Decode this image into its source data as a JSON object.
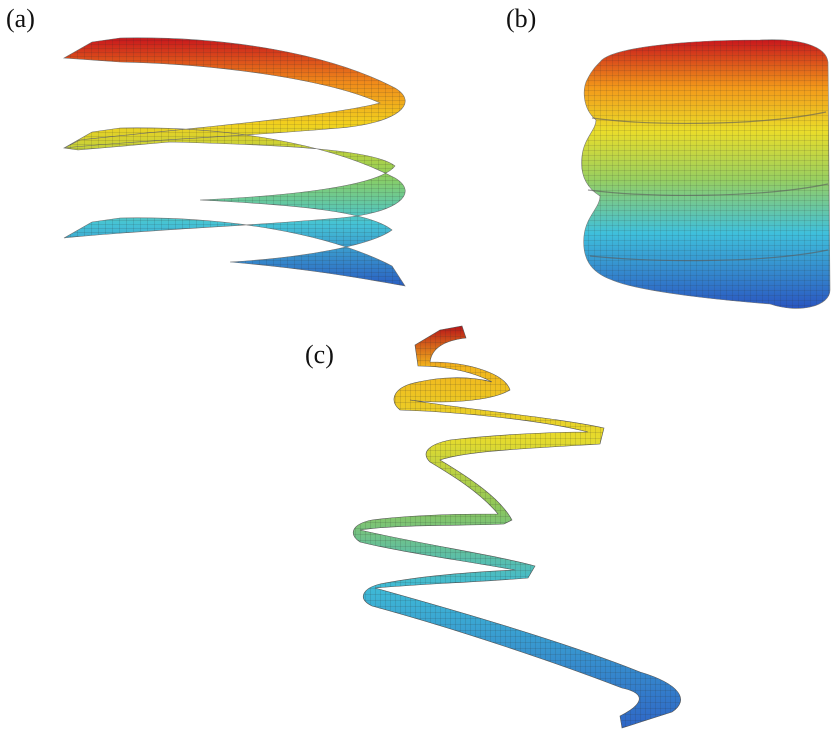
{
  "figure": {
    "panels": [
      {
        "id": "a",
        "label": "(a)",
        "description_icon": "flat-helical-ribbon"
      },
      {
        "id": "b",
        "label": "(b)",
        "description_icon": "tubular-coiled-rod"
      },
      {
        "id": "c",
        "label": "(c)",
        "description_icon": "twisted-helical-strip"
      }
    ],
    "colors": {
      "top": "#c8161c",
      "upper": "#f0b21a",
      "middle": "#e6e032",
      "lower_mid": "#7cc05a",
      "lower": "#3bb8d8",
      "bottom": "#2a5fc2",
      "mesh": "#2b2b2b"
    }
  }
}
